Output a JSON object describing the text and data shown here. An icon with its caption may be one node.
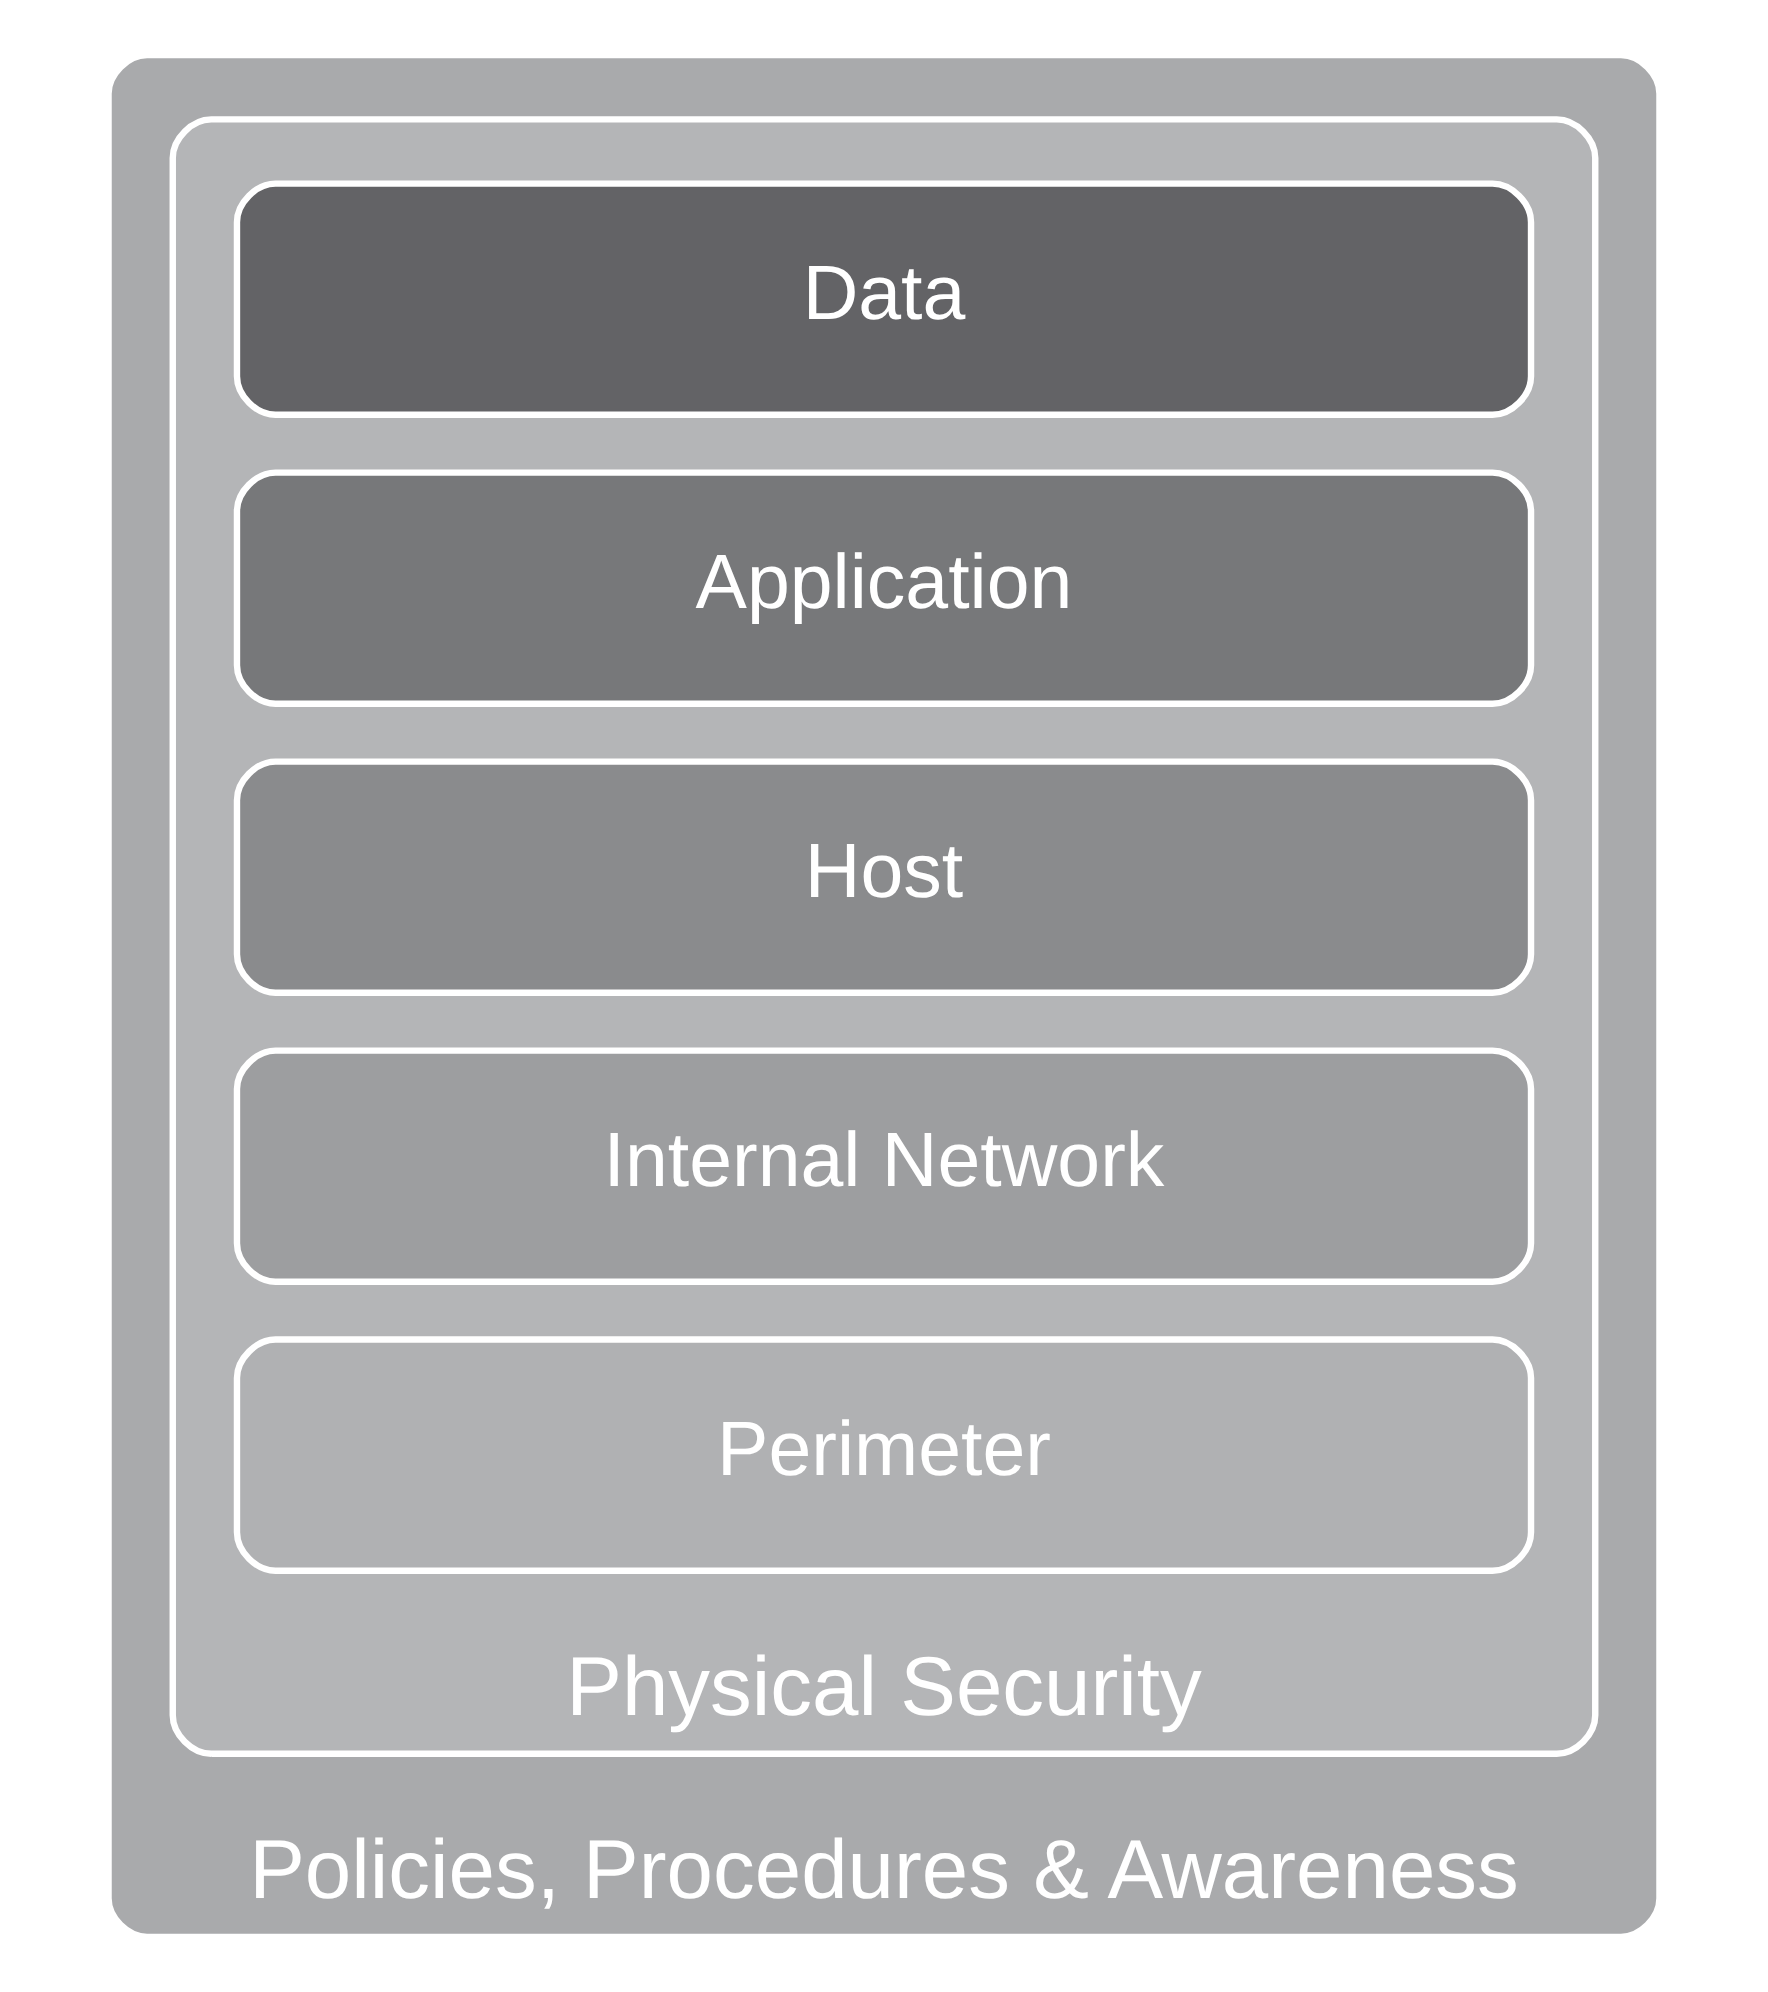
{
  "diagram": {
    "nodes": [
      {
        "text": [
          "Policies, Procedures & Awareness"
        ]
      },
      {
        "text": [
          "Physical Security"
        ],
        "in": 0
      },
      {
        "text": [
          "Data"
        ],
        "in": 1
      },
      {
        "text": [
          "Application"
        ],
        "in": 1
      },
      {
        "text": [
          "Host"
        ],
        "in": 1
      },
      {
        "text": [
          "Internal Network"
        ],
        "in": 1
      },
      {
        "text": [
          "Perimeter"
        ],
        "in": 1
      }
    ]
  }
}
